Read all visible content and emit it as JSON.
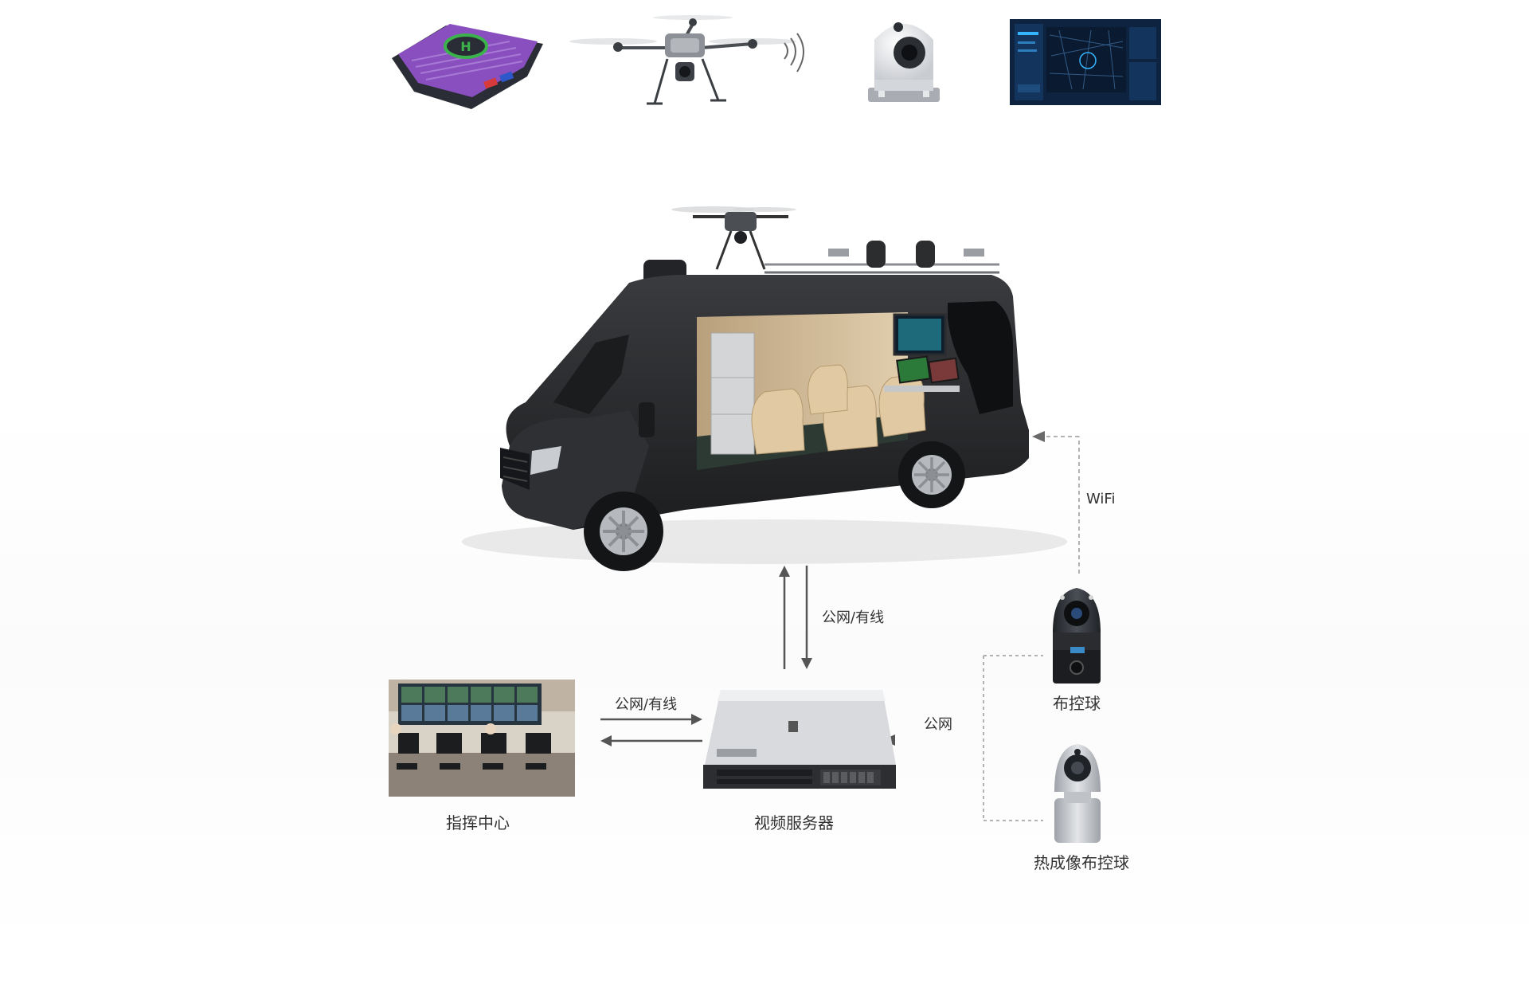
{
  "labels": {
    "wifi": "WiFi",
    "van_link": "公网/有线",
    "command_link": "公网/有线",
    "camera_link": "公网",
    "command_center": "指挥中心",
    "video_server": "视频服务器",
    "deploy_ball": "布控球",
    "thermal_ball": "热成像布控球"
  },
  "icons": {
    "helipad": "landing-pad-icon",
    "drone": "drone-icon",
    "gimbal": "pan-tilt-camera-icon",
    "screen": "monitoring-screen-icon"
  },
  "colors": {
    "arrow": "#555555",
    "dashed": "#9a9a9a",
    "van_body": "#2c2d2f",
    "van_interior": "#cdb592",
    "helipad_top": "#8a4fbf",
    "helipad_base": "#2a2d35",
    "helipad_ring": "#3bb24b",
    "screen_bg": "#0d2340",
    "text": "#333333"
  }
}
